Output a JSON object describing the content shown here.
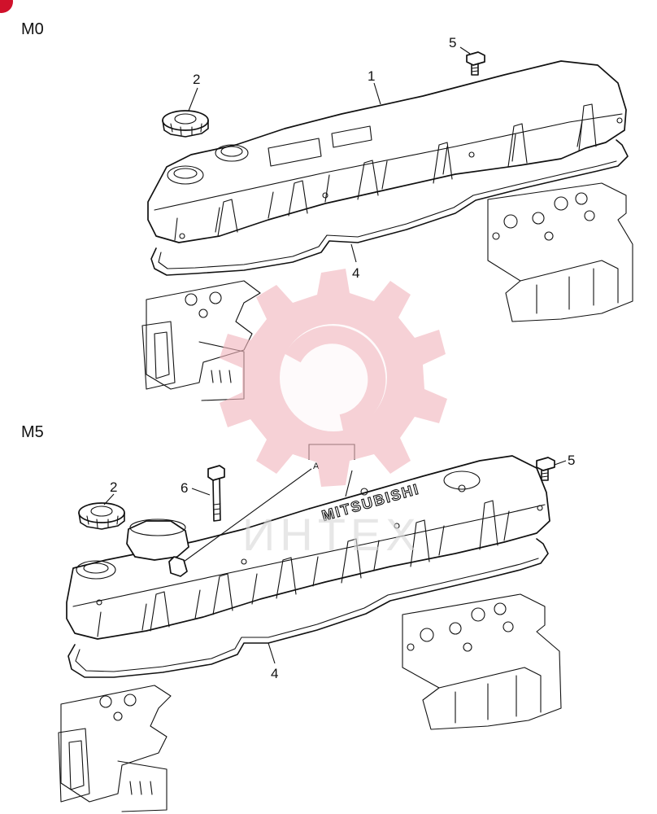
{
  "sections": [
    {
      "id": "M0",
      "label": "M0",
      "callouts": [
        {
          "number": "1"
        },
        {
          "number": "2"
        },
        {
          "number": "4"
        },
        {
          "number": "5"
        }
      ]
    },
    {
      "id": "M5",
      "label": "M5",
      "callouts": [
        {
          "number": "2"
        },
        {
          "number": "4"
        },
        {
          "number": "5"
        },
        {
          "number": "6"
        }
      ],
      "detail_marker": "A",
      "emboss_text": "MITSUBISHI"
    }
  ],
  "watermark": {
    "text": "ИНТЕХ",
    "color": "#f2b6bd"
  },
  "colors": {
    "line": "#111111",
    "badge": "#d0112b"
  }
}
